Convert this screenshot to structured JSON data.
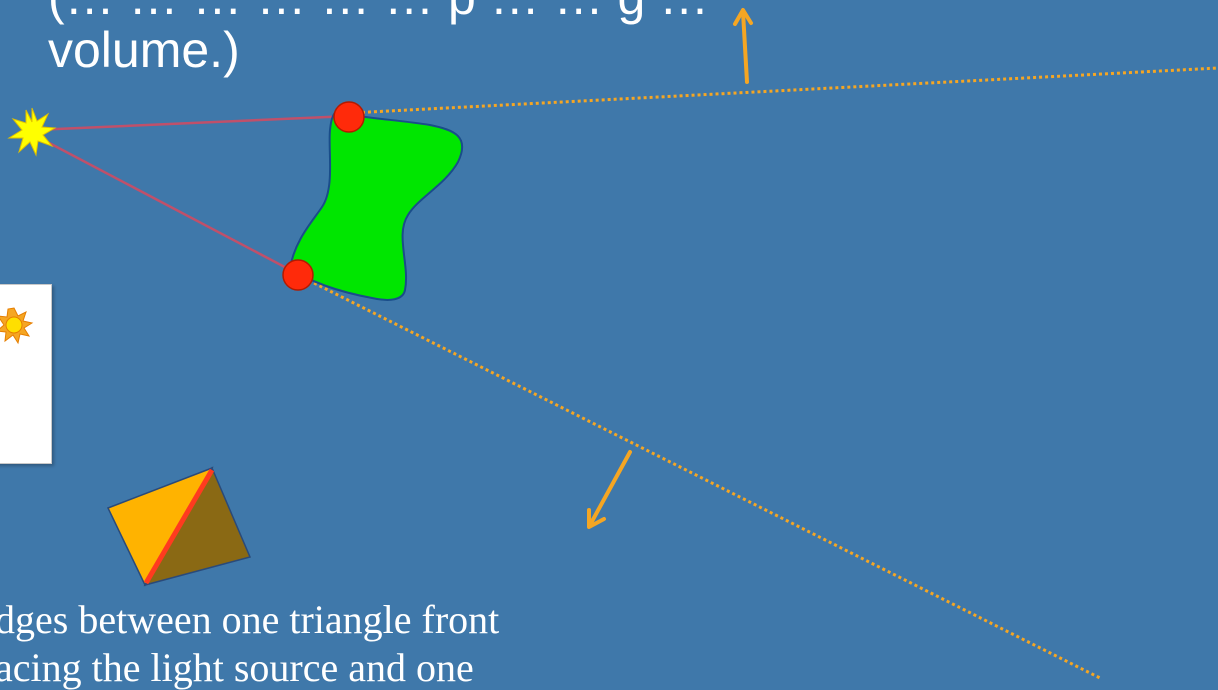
{
  "slide": {
    "title_line_1": "(… … … … … … p … … g …",
    "title_line_2": "volume.)",
    "body_line_1": "dges between one triangle front",
    "body_line_2": "acing the light source and one"
  },
  "colors": {
    "background": "#3f78aa",
    "text": "#ffffff",
    "occluder": "#00e600",
    "silhouette_point": "#ff2a0a",
    "shadow_ray": "#f5a623",
    "light_edge": "#c0506a",
    "light_source": "#ffff00",
    "triangle_front": "#ffb300",
    "triangle_back": "#8a6914",
    "shared_edge": "#ff3b1f"
  },
  "icons": {
    "light": "starburst-icon",
    "sun": "sun-icon"
  }
}
